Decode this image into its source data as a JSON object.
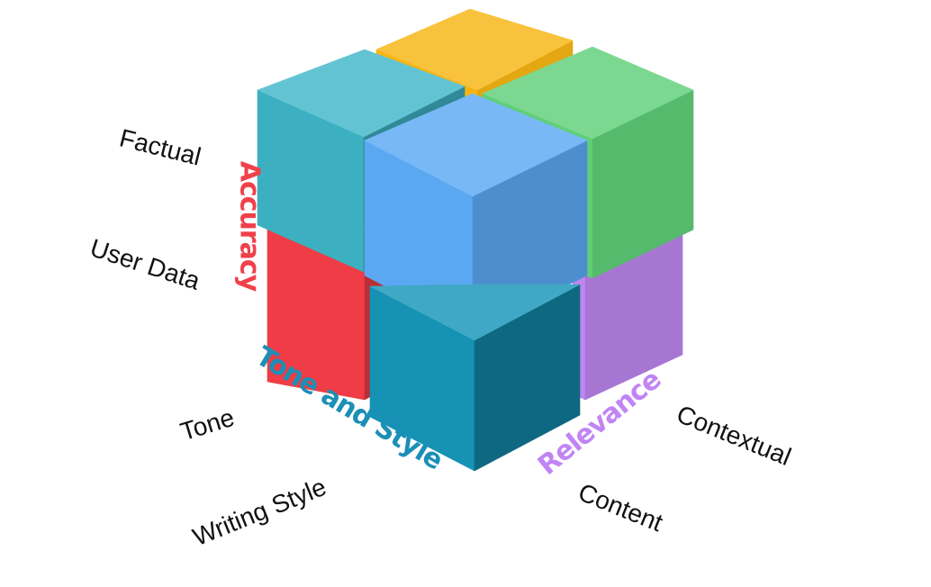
{
  "axes": {
    "accuracy": {
      "title": "Accuracy",
      "color": "#f0414a",
      "items": [
        "Factual",
        "User Data"
      ]
    },
    "tone_style": {
      "title": "Tone and Style",
      "color": "#1b8fb6",
      "items": [
        "Tone",
        "Writing Style"
      ]
    },
    "relevance": {
      "title": "Relevance",
      "color": "#c184f5",
      "items": [
        "Contextual",
        "Content"
      ]
    }
  },
  "cube_colors": {
    "back_top": "#f7b512",
    "left_top": "#3fb7c9",
    "right_top": "#5fcf78",
    "front_top": "#5aa8f2",
    "left_bottom": "#ef3c46",
    "right_bottom": "#be86f0",
    "front_bottom": "#1595b8"
  }
}
